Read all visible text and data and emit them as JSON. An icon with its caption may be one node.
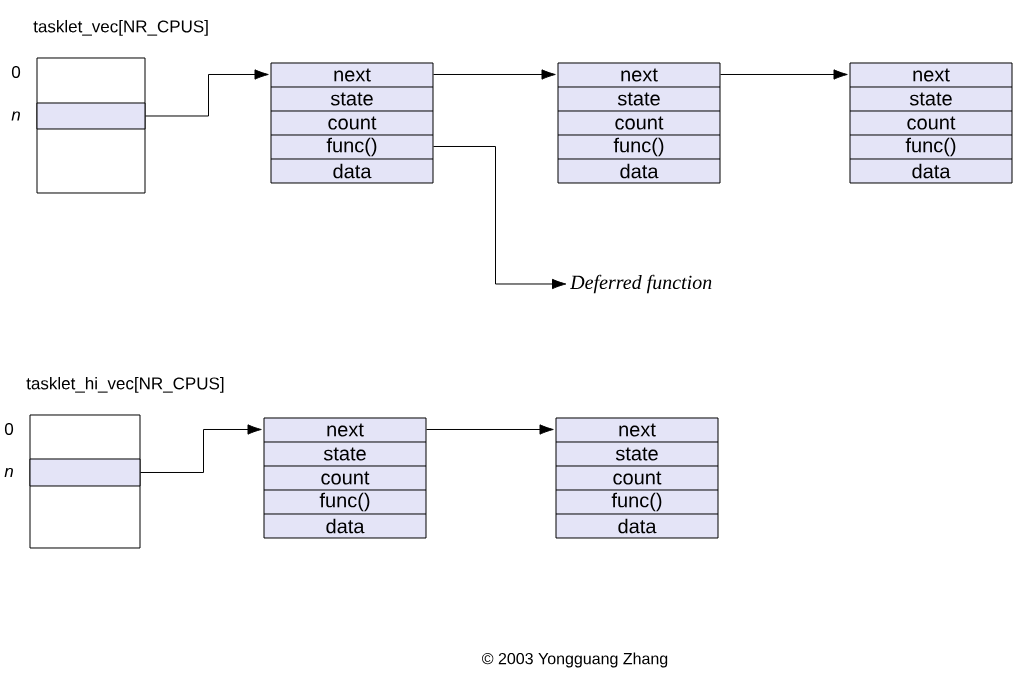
{
  "diagram": {
    "nodes": [
      {
        "text": [
          "tasklet_vec[NR_CPUS]"
        ],
        "beside": [
          "0"
        ]
      },
      {
        "text": [],
        "shape": "box",
        "in": 0,
        "beside": [
          "n"
        ]
      },
      {
        "text": [
          "next",
          "state",
          "count",
          "func()",
          "data"
        ]
      },
      {
        "text": [
          "next",
          "state",
          "count",
          "func()",
          "data"
        ]
      },
      {
        "text": [
          "next",
          "state",
          "count",
          "func()",
          "data"
        ]
      },
      {
        "text": [
          "Deferred function"
        ]
      },
      {
        "text": [
          "tasklet_hi_vec[NR_CPUS]"
        ],
        "beside": [
          "0"
        ]
      },
      {
        "text": [],
        "shape": "box",
        "in": 6,
        "beside": [
          "n"
        ]
      },
      {
        "text": [
          "next",
          "state",
          "count",
          "func()",
          "data"
        ]
      },
      {
        "text": [
          "next",
          "state",
          "count",
          "func()",
          "data"
        ]
      }
    ],
    "edges": [
      {
        "from": 1,
        "to": 2,
        "arrow": "to"
      },
      {
        "from": 2,
        "to": 3,
        "arrow": "to"
      },
      {
        "from": 3,
        "to": 4,
        "arrow": "to"
      },
      {
        "from": 2,
        "to": 5,
        "arrow": "to"
      },
      {
        "from": 7,
        "to": 8,
        "arrow": "to"
      },
      {
        "from": 8,
        "to": 9,
        "arrow": "to"
      }
    ],
    "labels": [
      "© 2003 Yongguang Zhang"
    ]
  }
}
